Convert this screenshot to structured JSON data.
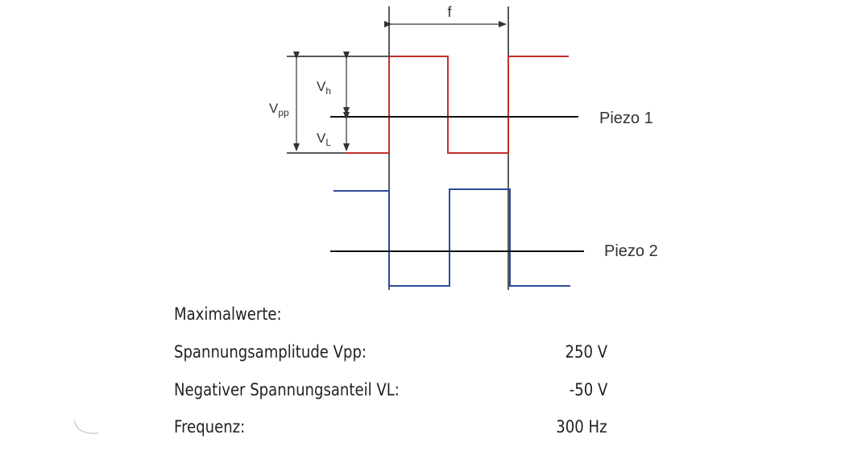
{
  "diagram": {
    "label_f": "f",
    "label_vpp": "Vpp",
    "label_vh": "Vh",
    "label_vl": "VL",
    "label_piezo1": "Piezo 1",
    "label_piezo2": "Piezo 2",
    "colors": {
      "piezo1_wave": "#c0302a",
      "piezo2_wave": "#2b4a9a",
      "baseline": "#111111",
      "dimension": "#333333"
    }
  },
  "specs": {
    "heading": "Maximalwerte:",
    "rows": [
      {
        "label": "Spannungsamplitude Vpp:",
        "value": "250 V"
      },
      {
        "label": "Negativer Spannungsanteil VL:",
        "value": "-50 V"
      },
      {
        "label": "Frequenz:",
        "value": "300 Hz"
      }
    ]
  }
}
